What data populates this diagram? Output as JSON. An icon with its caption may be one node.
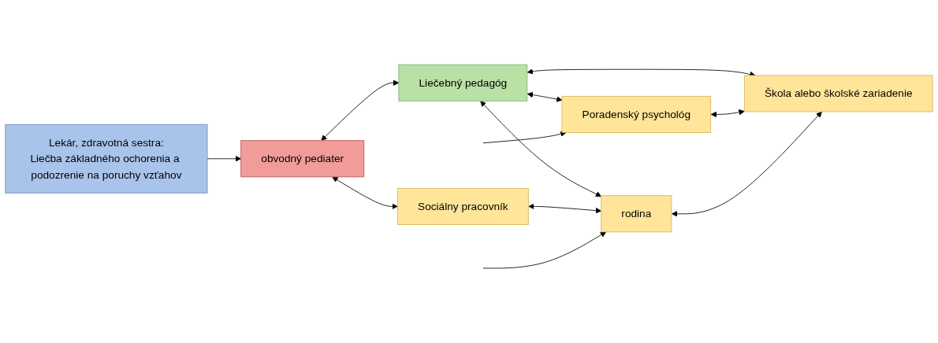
{
  "diagram": {
    "nodes": [
      {
        "text": [
          "Lekár, zdravotná sestra:",
          "Liečba základného ochorenia a podozrenie na poruchy vzťahov"
        ]
      },
      {
        "text": [
          "obvodný pediater"
        ]
      },
      {
        "text": [
          "Poradenský psychológ"
        ]
      },
      {
        "text": [
          "Liečebný pedagóg"
        ]
      },
      {
        "text": [
          "Sociálny pracovník"
        ]
      },
      {
        "text": [
          "Škola alebo školské zariadenie"
        ]
      },
      {
        "text": [
          "rodina"
        ]
      }
    ],
    "edges": [
      {
        "from": 0,
        "to": 1,
        "arrow": "to"
      },
      {
        "from": 1,
        "to": 3,
        "arrow": "both"
      },
      {
        "from": 3,
        "to": 2,
        "arrow": "both"
      },
      {
        "from": null,
        "to": 2,
        "arrow": "to"
      },
      {
        "from": 1,
        "to": 4,
        "arrow": "both"
      },
      {
        "from": 3,
        "to": 5,
        "arrow": "both"
      },
      {
        "from": 2,
        "to": 5,
        "arrow": "both"
      },
      {
        "from": 3,
        "to": 6,
        "arrow": "both"
      },
      {
        "from": 4,
        "to": 6,
        "arrow": "both"
      },
      {
        "from": 6,
        "to": 5,
        "arrow": "both"
      },
      {
        "from": null,
        "to": 6,
        "arrow": "to"
      }
    ]
  }
}
